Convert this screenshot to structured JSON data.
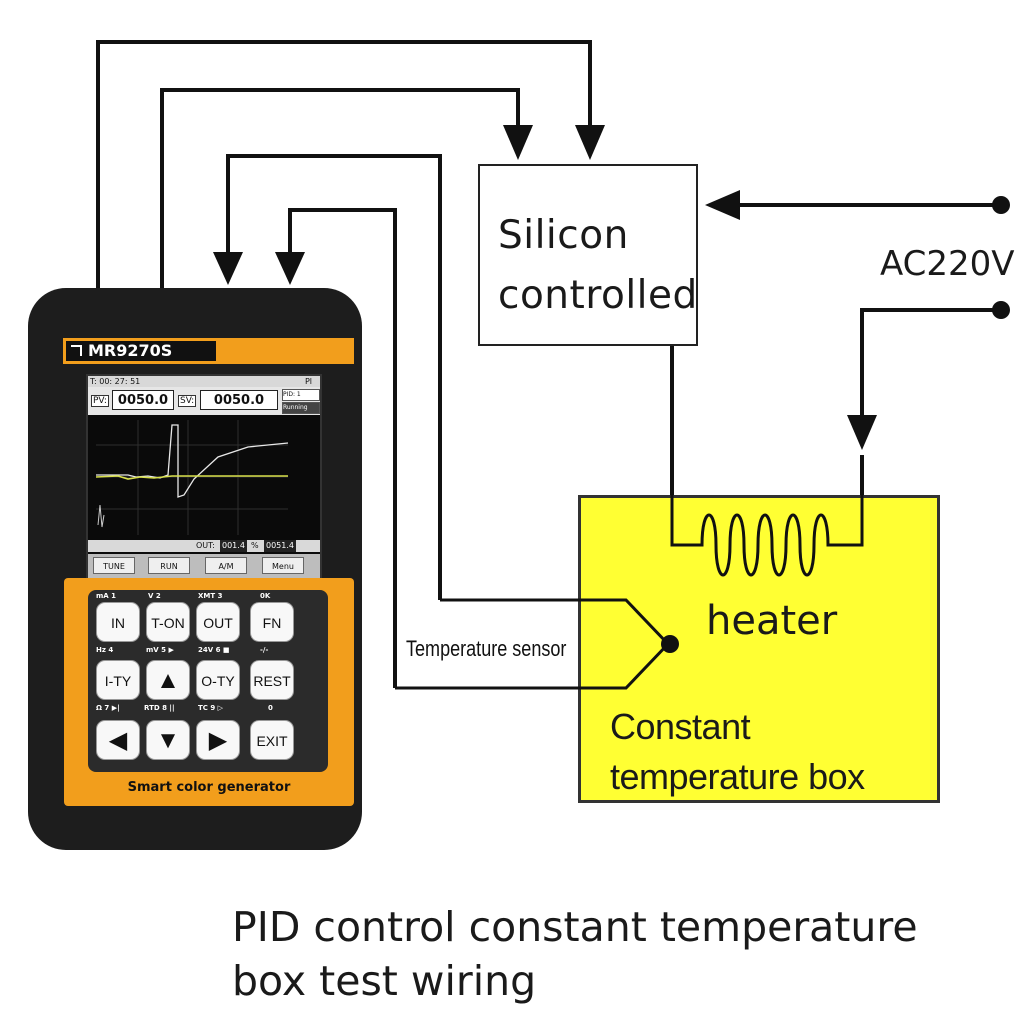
{
  "device": {
    "model": "MR9270S",
    "caption": "Smart color generator",
    "screen": {
      "status_time": "T: 00: 27: 51",
      "status_flag": "Pl",
      "pv_label": "PV:",
      "pv_value": "0050.0",
      "sv_label": "SV:",
      "sv_value": "0050.0",
      "side_line1": "PID: 1",
      "side_line2": "Running",
      "out_label": "OUT:",
      "out_value": "001.4",
      "out_unit": "%",
      "out_value2": "0051.4",
      "softkeys": [
        "TUNE",
        "RUN",
        "A/M",
        "Menu"
      ]
    },
    "keys": {
      "row1": [
        "IN",
        "T-ON",
        "OUT",
        "FN"
      ],
      "row2": [
        "I-TY",
        "▲",
        "O-TY",
        "REST"
      ],
      "row3": [
        "◀",
        "▼",
        "▶",
        "EXIT"
      ]
    },
    "key_labels": {
      "r1": [
        "mA 1",
        "V 2",
        "XMT 3",
        "0K"
      ],
      "r2": [
        "Hz 4",
        "mV 5 ▶",
        "24V 6 ■",
        "-/-"
      ],
      "r3": [
        "Ω 7 ▶|",
        "RTD 8 ||",
        "TC 9 ▷",
        "0"
      ]
    }
  },
  "diagram": {
    "silicon_line1": "Silicon",
    "silicon_line2": "controlled",
    "ac_label": "AC220V",
    "heater_label": "heater",
    "box_label": "Constant temperature box",
    "sensor_label": "Temperature sensor",
    "caption_line1": "PID control constant temperature",
    "caption_line2": "box test wiring",
    "box_color": "#ffff33",
    "device_accent": "#f29e1c"
  }
}
